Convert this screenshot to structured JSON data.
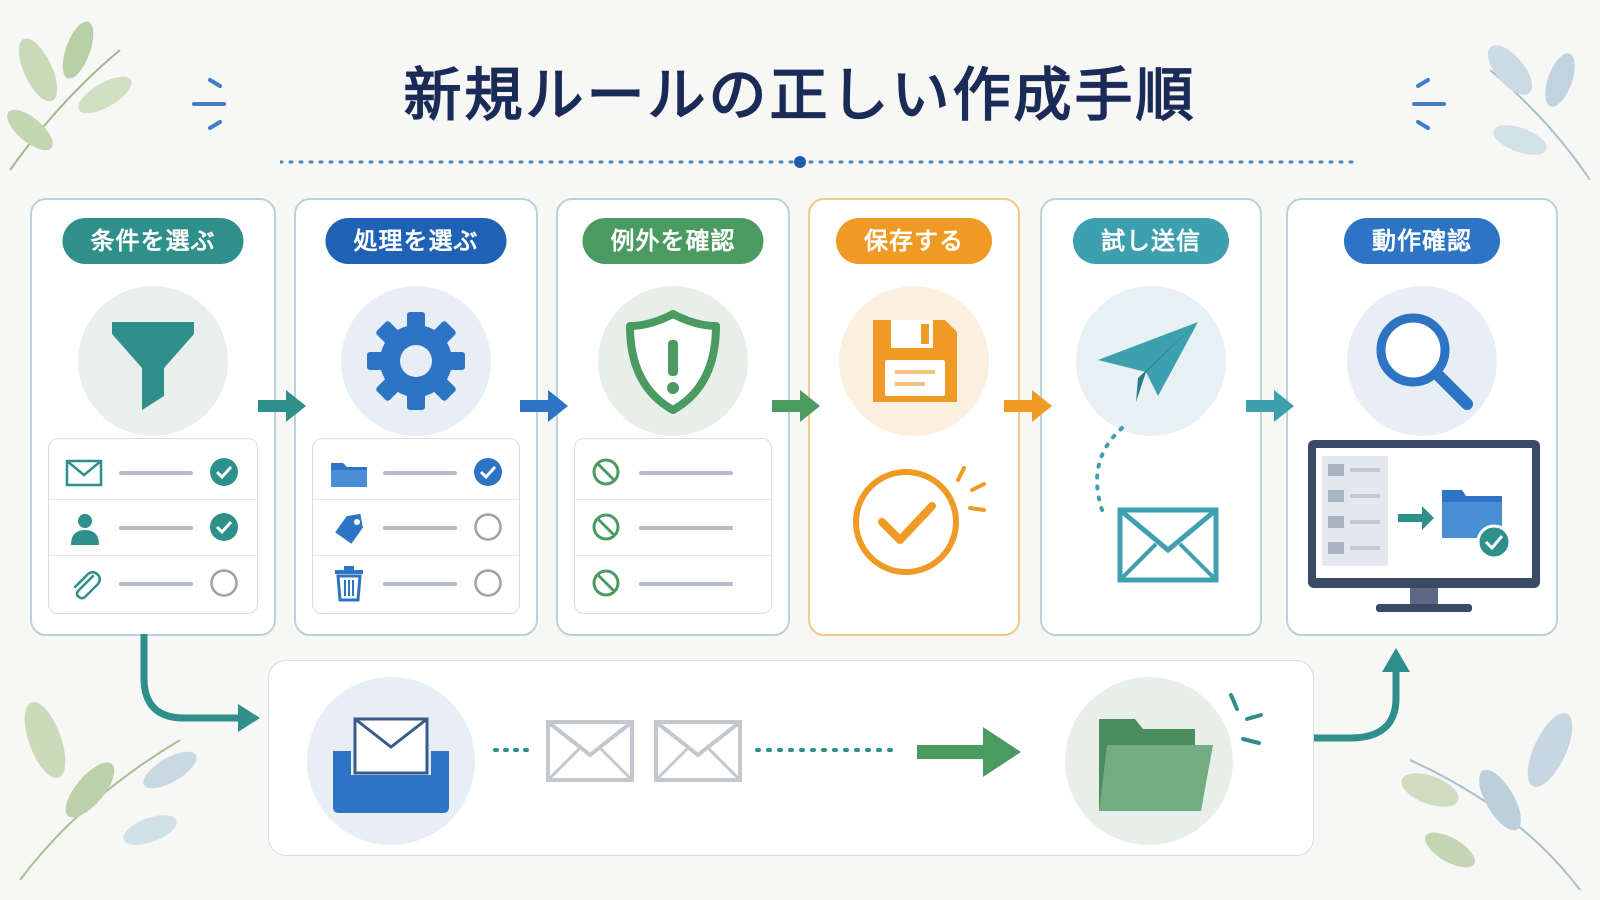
{
  "title": "新規ルールの正しい作成手順",
  "colors": {
    "teal": "#2f8f8a",
    "blue": "#2e74c4",
    "green": "#4a9a62",
    "orange": "#ee9a25",
    "sky": "#3e9fae",
    "navy": "#1b2b57"
  },
  "steps": [
    {
      "label": "条件を選ぶ",
      "icon": "filter-icon"
    },
    {
      "label": "処理を選ぶ",
      "icon": "gear-icon"
    },
    {
      "label": "例外を確認",
      "icon": "shield-alert-icon"
    },
    {
      "label": "保存する",
      "icon": "floppy-disk-icon"
    },
    {
      "label": "試し送信",
      "icon": "paper-plane-icon"
    },
    {
      "label": "動作確認",
      "icon": "magnifier-icon"
    }
  ],
  "condition_rows": [
    {
      "icon": "envelope-icon",
      "state": "checked"
    },
    {
      "icon": "person-icon",
      "state": "checked"
    },
    {
      "icon": "paperclip-icon",
      "state": "unchecked"
    }
  ],
  "action_rows": [
    {
      "icon": "folder-icon",
      "state": "checked"
    },
    {
      "icon": "tag-icon",
      "state": "unchecked"
    },
    {
      "icon": "trash-icon",
      "state": "unchecked"
    }
  ],
  "exception_rows": [
    {
      "icon": "prohibited-icon"
    },
    {
      "icon": "prohibited-icon"
    },
    {
      "icon": "prohibited-icon"
    }
  ],
  "bottom_flow": [
    "inbox-icon",
    "envelope-icon",
    "envelope-icon",
    "folder-icon"
  ]
}
